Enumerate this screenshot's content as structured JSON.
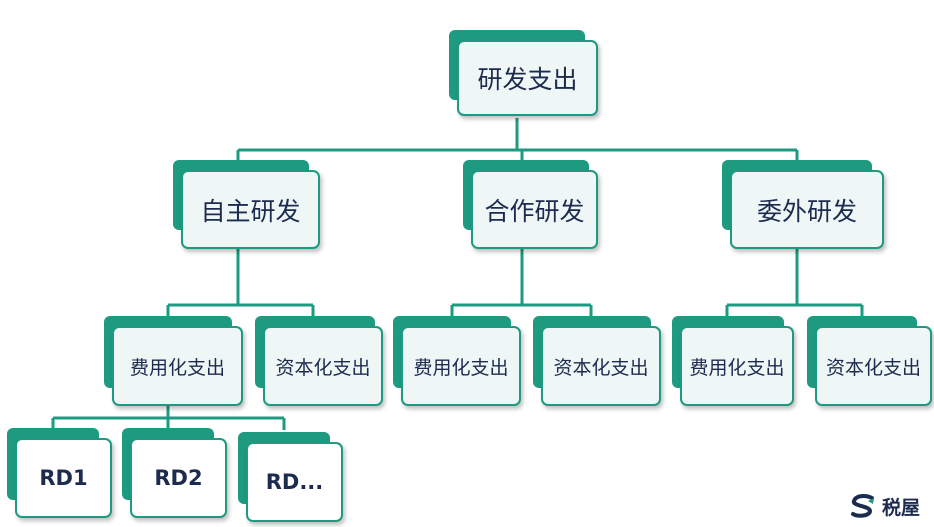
{
  "diagram": {
    "root": "研发支出",
    "level1": [
      "自主研发",
      "合作研发",
      "委外研发"
    ],
    "level2": [
      "费用化支出",
      "资本化支出",
      "费用化支出",
      "资本化支出",
      "费用化支出",
      "资本化支出"
    ],
    "level3": [
      "RD1",
      "RD2",
      "RD..."
    ]
  },
  "colors": {
    "accent": "#1e9a80",
    "box_fill": "#eef6f6",
    "text": "#1d2b4f"
  },
  "logo": {
    "icon": "shuiwu-s-logo",
    "text": "税屋"
  }
}
